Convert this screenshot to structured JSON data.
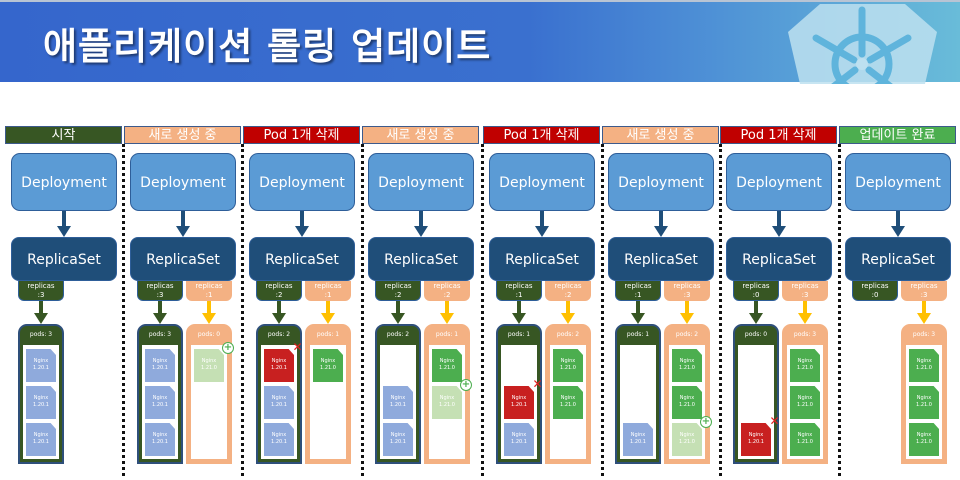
{
  "header": {
    "title": "애플리케이션 롤링 업데이트",
    "logo_icon": "kubernetes-helm-wheel-icon"
  },
  "colors": {
    "old_version": "#375623",
    "new_version": "#f4b183",
    "delete": "#c00000",
    "done": "#4cae4f",
    "deployment": "#5b9bd5",
    "replicaset": "#1f4e79",
    "pod_v1": "#8faadc",
    "pod_v2": "#4cae4f",
    "pod_v2_pending": "#c5e0b4",
    "pod_deleting": "#c82020"
  },
  "labels": {
    "deployment": "Deployment",
    "replicaset": "ReplicaSet",
    "replicas_prefix": "replicas",
    "pods_prefix": "pods:",
    "pod_name": "Nginx"
  },
  "steps": [
    {
      "phase": "시작",
      "phase_type": "start",
      "old": {
        "replicas": ":3",
        "pods_label": "pods: 3",
        "pods": [
          {
            "v": "1.20.1",
            "state": "v1"
          },
          {
            "v": "1.20.1",
            "state": "v1"
          },
          {
            "v": "1.20.1",
            "state": "v1"
          }
        ]
      },
      "new": null
    },
    {
      "phase": "새로 생성 중",
      "phase_type": "create",
      "old": {
        "replicas": ":3",
        "pods_label": "pods: 3",
        "pods": [
          {
            "v": "1.20.1",
            "state": "v1"
          },
          {
            "v": "1.20.1",
            "state": "v1"
          },
          {
            "v": "1.20.1",
            "state": "v1"
          }
        ]
      },
      "new": {
        "replicas": ":1",
        "pods_label": "pods: 0",
        "pods": [
          {
            "v": "1.21.0",
            "state": "v2pending",
            "icon": "plus"
          }
        ]
      }
    },
    {
      "phase": "Pod 1개 삭제",
      "phase_type": "delete",
      "old": {
        "replicas": ":2",
        "pods_label": "pods: 2",
        "pods": [
          {
            "v": "1.20.1",
            "state": "deleting",
            "icon": "x"
          },
          {
            "v": "1.20.1",
            "state": "v1"
          },
          {
            "v": "1.20.1",
            "state": "v1"
          }
        ]
      },
      "new": {
        "replicas": ":1",
        "pods_label": "pods: 1",
        "pods": [
          {
            "v": "1.21.0",
            "state": "v2"
          }
        ]
      }
    },
    {
      "phase": "새로 생성 중",
      "phase_type": "create",
      "old": {
        "replicas": ":2",
        "pods_label": "pods: 2",
        "pods": [
          null,
          {
            "v": "1.20.1",
            "state": "v1"
          },
          {
            "v": "1.20.1",
            "state": "v1"
          }
        ]
      },
      "new": {
        "replicas": ":2",
        "pods_label": "pods: 1",
        "pods": [
          {
            "v": "1.21.0",
            "state": "v2"
          },
          {
            "v": "1.21.0",
            "state": "v2pending",
            "icon": "plus"
          }
        ]
      }
    },
    {
      "phase": "Pod 1개 삭제",
      "phase_type": "delete",
      "old": {
        "replicas": ":1",
        "pods_label": "pods: 1",
        "pods": [
          null,
          {
            "v": "1.20.1",
            "state": "deleting",
            "icon": "x"
          },
          {
            "v": "1.20.1",
            "state": "v1"
          }
        ]
      },
      "new": {
        "replicas": ":2",
        "pods_label": "pods: 2",
        "pods": [
          {
            "v": "1.21.0",
            "state": "v2"
          },
          {
            "v": "1.21.0",
            "state": "v2"
          }
        ]
      }
    },
    {
      "phase": "새로 생성 중",
      "phase_type": "create",
      "old": {
        "replicas": ":1",
        "pods_label": "pods: 1",
        "pods": [
          null,
          null,
          {
            "v": "1.20.1",
            "state": "v1"
          }
        ]
      },
      "new": {
        "replicas": ":3",
        "pods_label": "pods: 2",
        "pods": [
          {
            "v": "1.21.0",
            "state": "v2"
          },
          {
            "v": "1.21.0",
            "state": "v2"
          },
          {
            "v": "1.21.0",
            "state": "v2pending",
            "icon": "plus"
          }
        ]
      }
    },
    {
      "phase": "Pod 1개 삭제",
      "phase_type": "delete",
      "old": {
        "replicas": ":0",
        "pods_label": "pods: 0",
        "pods": [
          null,
          null,
          {
            "v": "1.20.1",
            "state": "deleting",
            "icon": "x"
          }
        ]
      },
      "new": {
        "replicas": ":3",
        "pods_label": "pods: 3",
        "pods": [
          {
            "v": "1.21.0",
            "state": "v2"
          },
          {
            "v": "1.21.0",
            "state": "v2"
          },
          {
            "v": "1.21.0",
            "state": "v2"
          }
        ]
      }
    },
    {
      "phase": "업데이트 완료",
      "phase_type": "done",
      "old": {
        "replicas": ":0",
        "pods_label": null,
        "pods": null
      },
      "new": {
        "replicas": ":3",
        "pods_label": "pods: 3",
        "pods": [
          {
            "v": "1.21.0",
            "state": "v2"
          },
          {
            "v": "1.21.0",
            "state": "v2"
          },
          {
            "v": "1.21.0",
            "state": "v2"
          }
        ]
      }
    }
  ]
}
